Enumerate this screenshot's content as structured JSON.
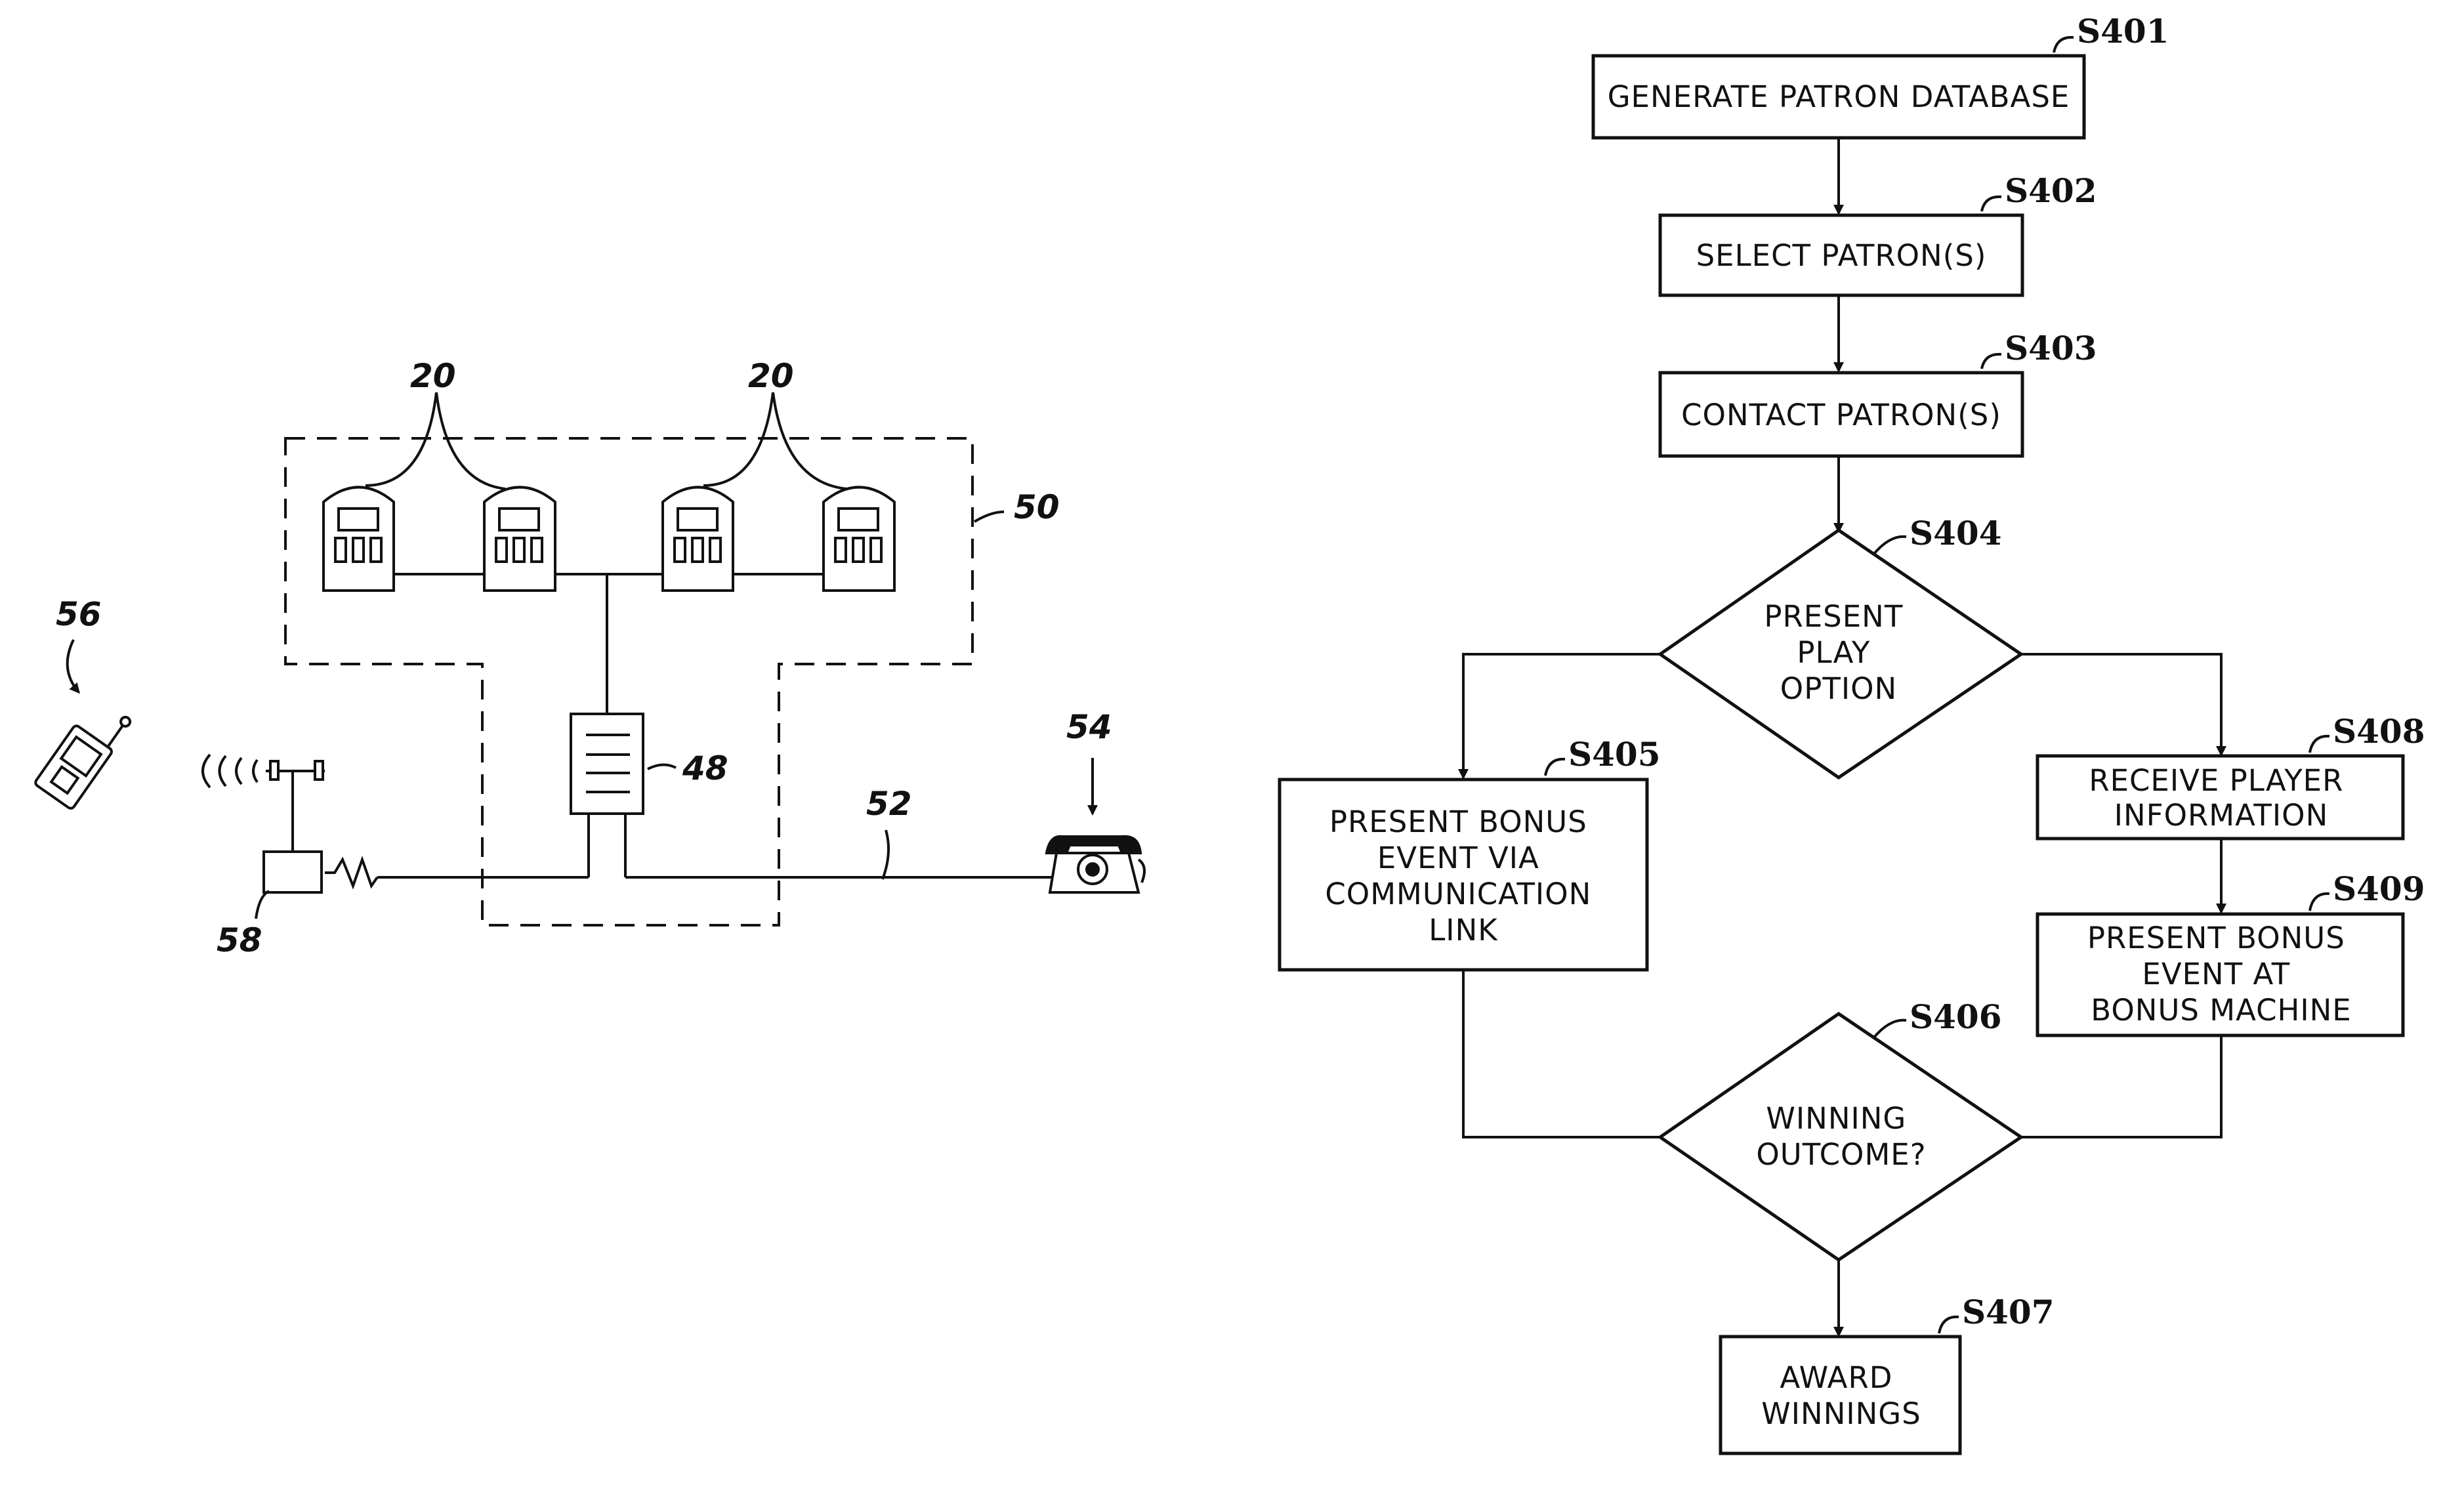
{
  "figure_left": {
    "labels": {
      "gaming_machines_left": "20",
      "gaming_machines_right": "20",
      "casino_enclosure": "50",
      "server": "48",
      "communication_link": "52",
      "telephone": "54",
      "wireless_device": "56",
      "transmitter": "58"
    }
  },
  "flowchart": {
    "steps": [
      {
        "id": "S401",
        "text": [
          "GENERATE PATRON DATABASE"
        ]
      },
      {
        "id": "S402",
        "text": [
          "SELECT PATRON(S)"
        ]
      },
      {
        "id": "S403",
        "text": [
          "CONTACT PATRON(S)"
        ]
      },
      {
        "id": "S404",
        "text": [
          "PRESENT",
          "PLAY",
          "OPTION"
        ]
      },
      {
        "id": "S405",
        "text": [
          "PRESENT BONUS",
          "EVENT VIA",
          "COMMUNICATION",
          "LINK"
        ]
      },
      {
        "id": "S406",
        "text": [
          "WINNING",
          "OUTCOME?"
        ]
      },
      {
        "id": "S407",
        "text": [
          "AWARD",
          "WINNINGS"
        ]
      },
      {
        "id": "S408",
        "text": [
          "RECEIVE PLAYER",
          "INFORMATION"
        ]
      },
      {
        "id": "S409",
        "text": [
          "PRESENT BONUS",
          "EVENT AT",
          "BONUS MACHINE"
        ]
      }
    ]
  }
}
